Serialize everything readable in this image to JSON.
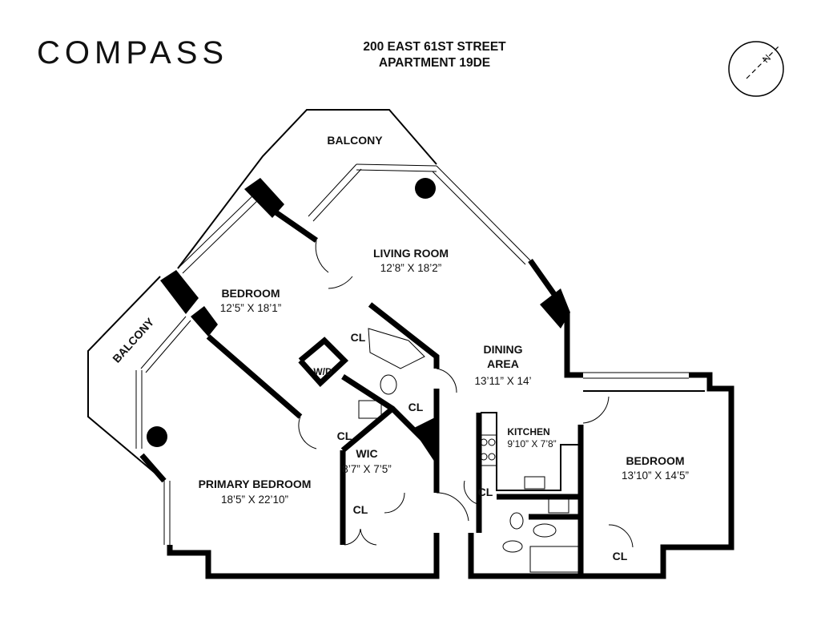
{
  "header": {
    "logo": "COMPASS",
    "address_line1": "200 EAST 61ST STREET",
    "address_line2": "APARTMENT 19DE"
  },
  "compass": {
    "north_label": "N",
    "icon": "north-arrow-compass"
  },
  "rooms": {
    "balcony_top": "BALCONY",
    "balcony_left": "BALCONY",
    "living_room": {
      "name": "LIVING ROOM",
      "dims": "12’8” X 18’2”"
    },
    "bedroom": {
      "name": "BEDROOM",
      "dims": "12’5” X 18’1”"
    },
    "dining_area": {
      "name1": "DINING",
      "name2": "AREA",
      "dims": "13’11” X 14’"
    },
    "kitchen": {
      "name": "KITCHEN",
      "dims": "9’10” X 7’8”"
    },
    "wic": {
      "name": "WIC",
      "dims": "8’7” X 7’5”"
    },
    "primary_bedroom": {
      "name": "PRIMARY BEDROOM",
      "dims": "18’5” X 22’10”"
    },
    "bedroom2": {
      "name": "BEDROOM",
      "dims": "13’10” X 14’5”"
    },
    "wd": "W/D",
    "closets": [
      "CL",
      "CL",
      "CL",
      "CL",
      "CL",
      "CL"
    ]
  }
}
